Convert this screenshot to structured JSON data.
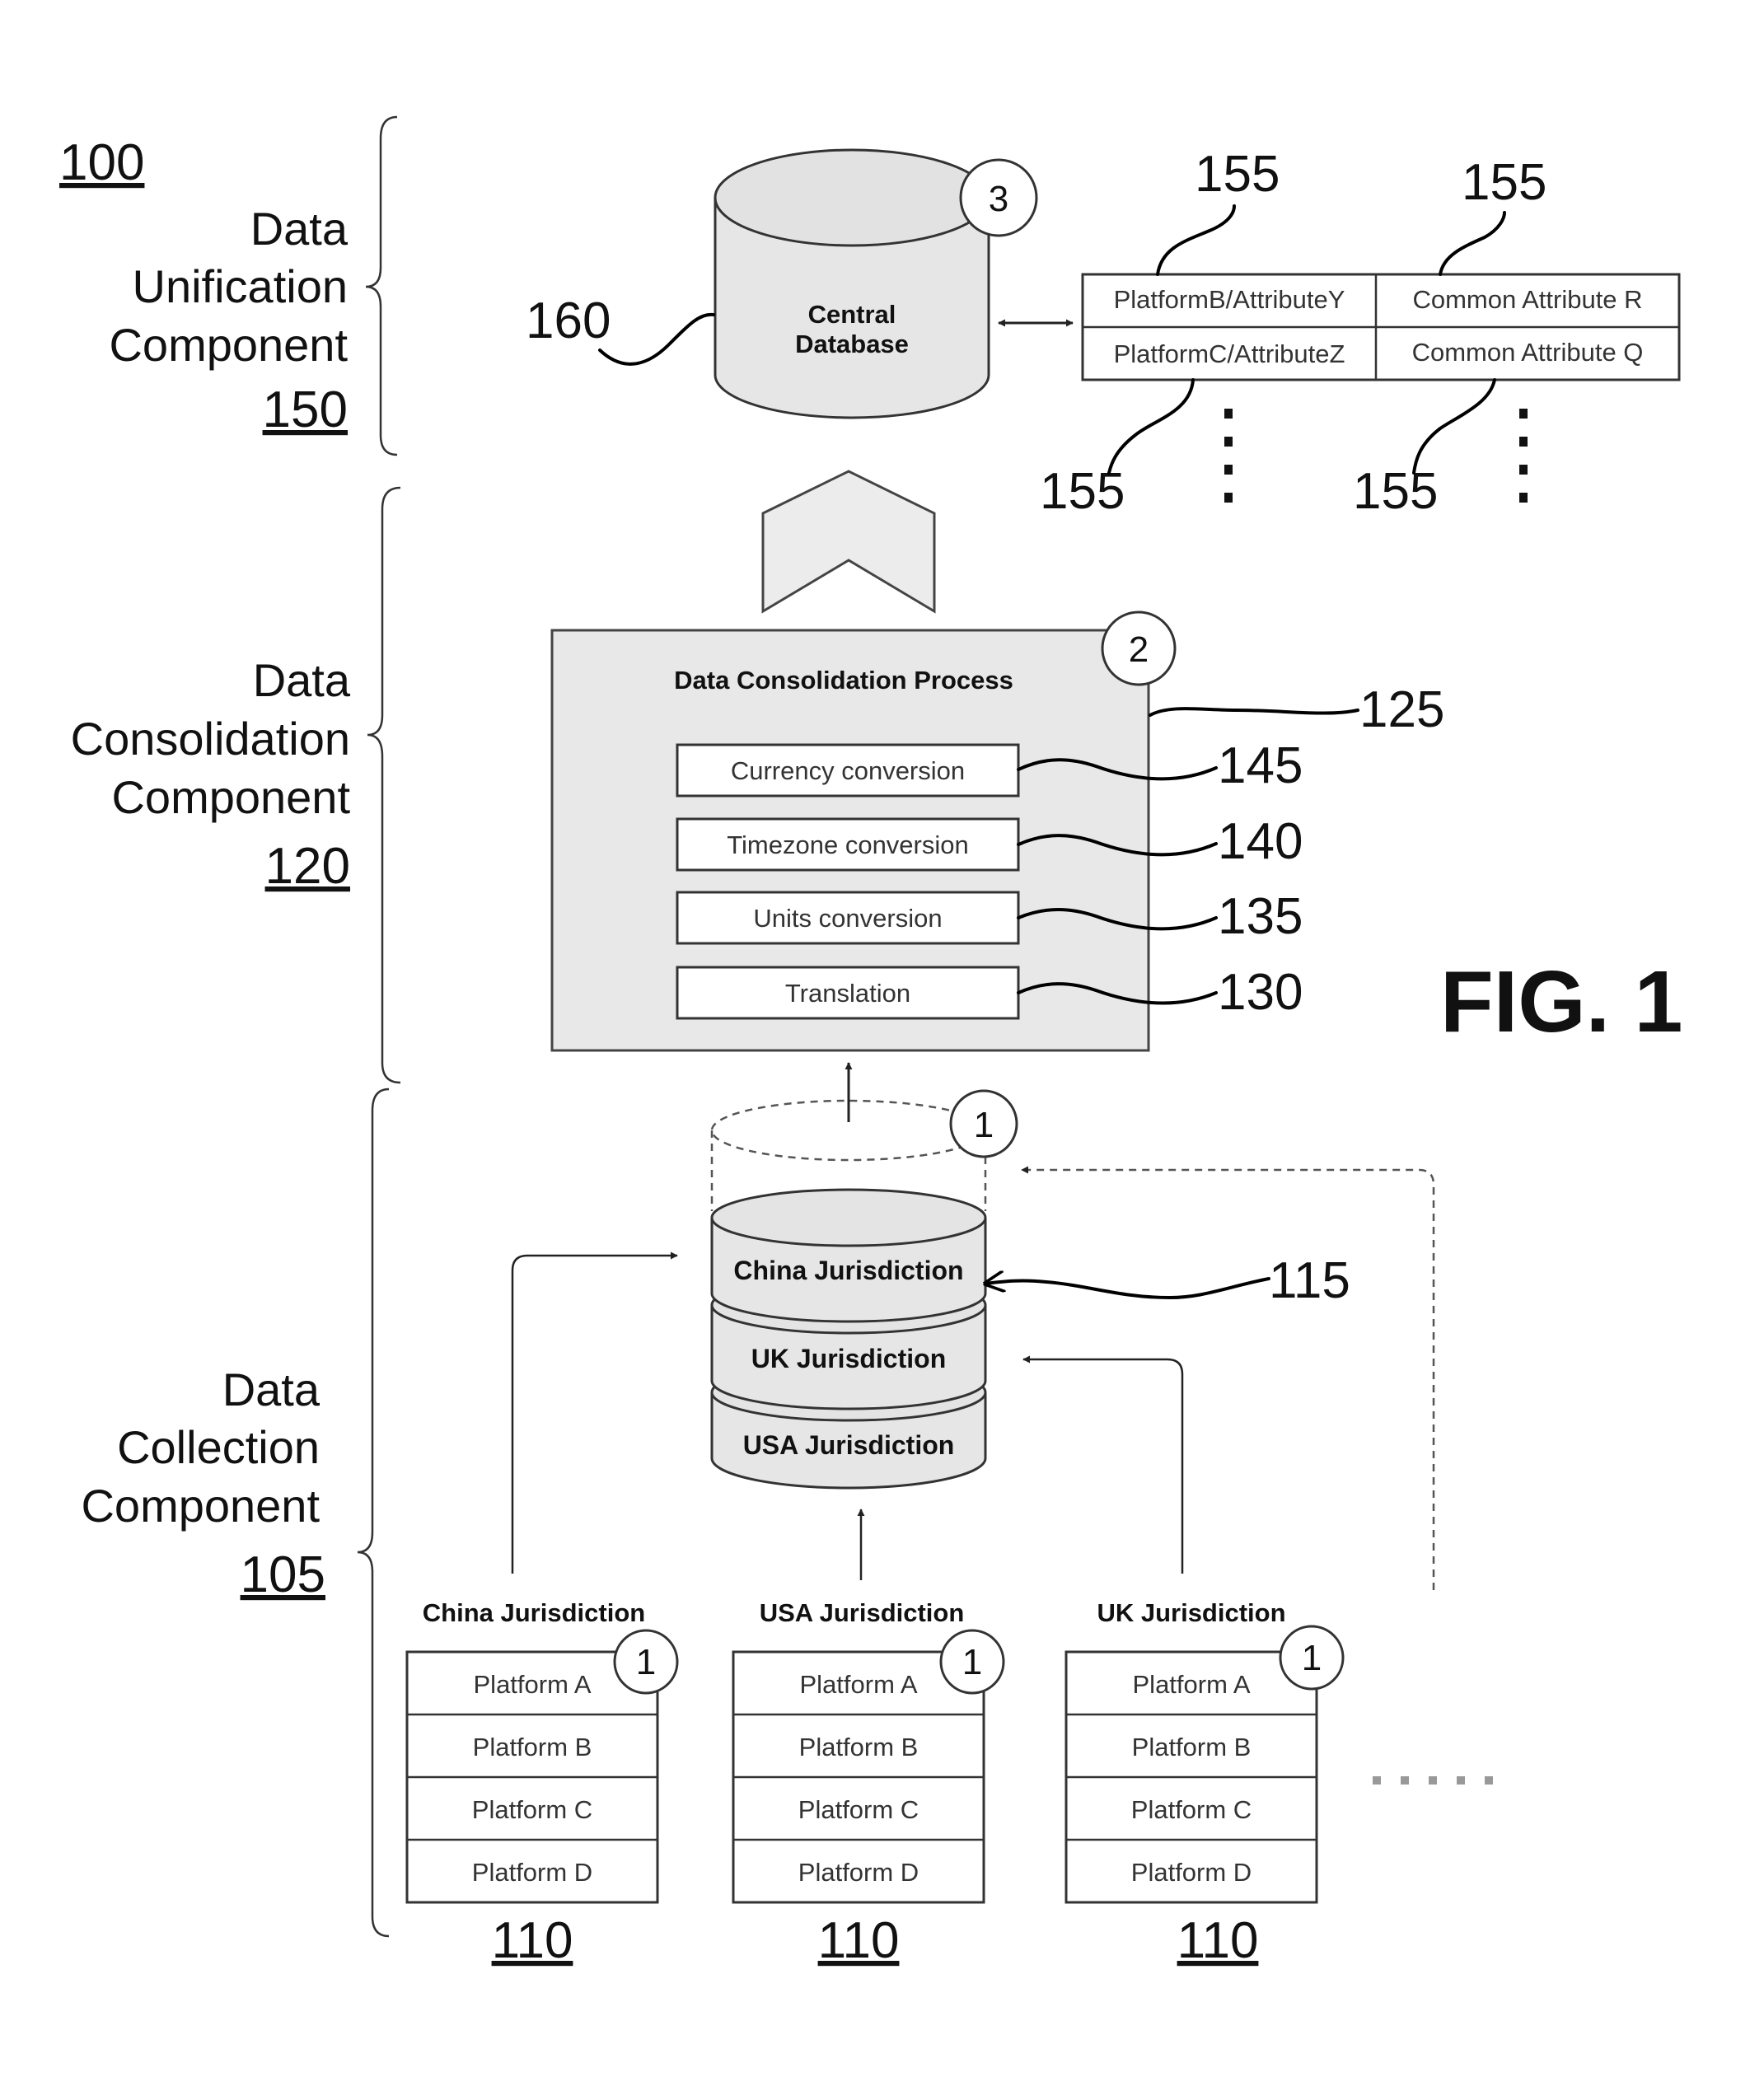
{
  "diagram": {
    "ref_100": "100",
    "sections": {
      "unification": {
        "line1": "Data",
        "line2": "Unification",
        "line3": "Component",
        "ref": "150"
      },
      "consolidation": {
        "line1": "Data",
        "line2": "Consolidation",
        "line3": "Component",
        "ref": "120"
      },
      "collection": {
        "line1": "Data",
        "line2": "Collection",
        "line3": "Component",
        "ref": "105"
      }
    },
    "central_db": {
      "line1": "Central",
      "line2": "Database",
      "ref": "160",
      "step": "3"
    },
    "attribute_table": {
      "rows": [
        [
          "PlatformB/AttributeY",
          "Common Attribute R"
        ],
        [
          "PlatformC/AttributeZ",
          "Common Attribute Q"
        ]
      ],
      "refs": [
        "155",
        "155",
        "155",
        "155"
      ]
    },
    "consolidation_process": {
      "title": "Data Consolidation Process",
      "step": "2",
      "ref": "125",
      "steps": [
        {
          "label": "Currency conversion",
          "ref": "145"
        },
        {
          "label": "Timezone conversion",
          "ref": "140"
        },
        {
          "label": "Units conversion",
          "ref": "135"
        },
        {
          "label": "Translation",
          "ref": "130"
        }
      ]
    },
    "figure_label": "FIG. 1",
    "stack": {
      "step": "1",
      "ref": "115",
      "layers": [
        "China Jurisdiction",
        "UK Jurisdiction",
        "USA Jurisdiction"
      ]
    },
    "jurisdictions": [
      {
        "name": "China Jurisdiction",
        "step": "1",
        "ref": "110",
        "platforms": [
          "Platform A",
          "Platform B",
          "Platform C",
          "Platform D"
        ]
      },
      {
        "name": "USA Jurisdiction",
        "step": "1",
        "ref": "110",
        "platforms": [
          "Platform A",
          "Platform B",
          "Platform C",
          "Platform D"
        ]
      },
      {
        "name": "UK Jurisdiction",
        "step": "1",
        "ref": "110",
        "platforms": [
          "Platform A",
          "Platform B",
          "Platform C",
          "Platform D"
        ]
      }
    ]
  }
}
